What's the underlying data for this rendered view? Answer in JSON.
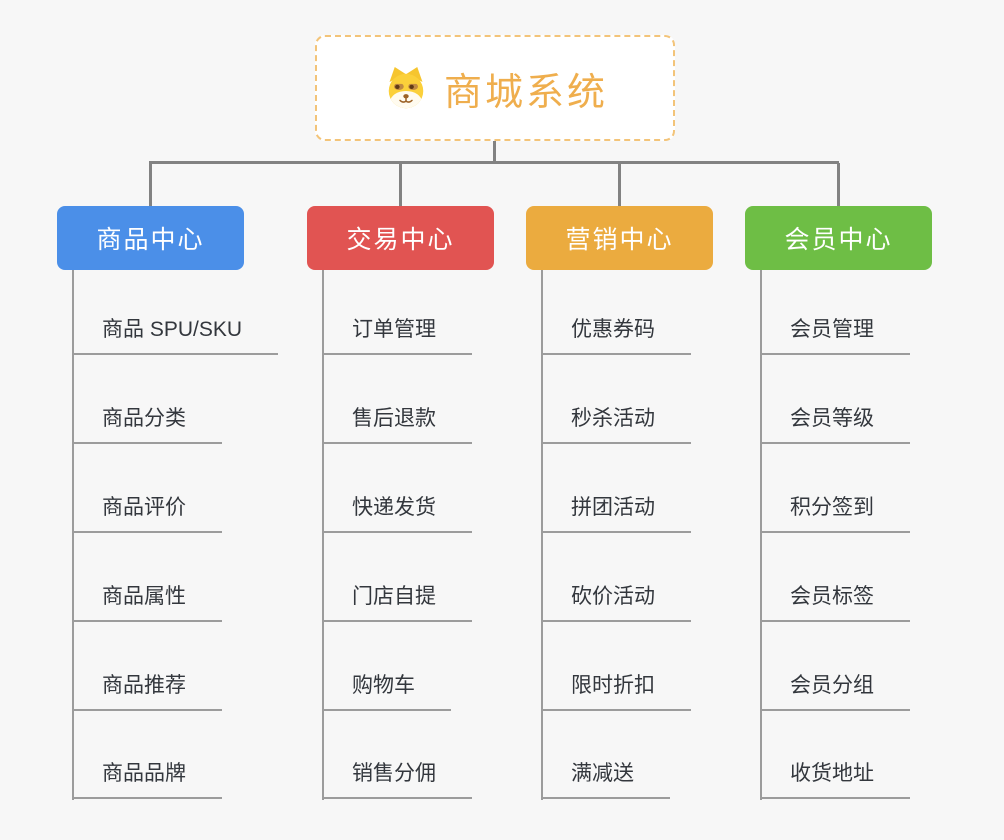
{
  "canvas": {
    "background": "#f7f7f7",
    "connector_color": "#828282",
    "child_line_color": "#9c9c9c"
  },
  "root": {
    "title": "商城系统",
    "icon": "dog-face-icon",
    "text_color": "#efae4d",
    "border_color": "#f3c479",
    "background": "#ffffff"
  },
  "branches": [
    {
      "label": "商品中心",
      "color": "#4b8fe8",
      "children": [
        "商品 SPU/SKU",
        "商品分类",
        "商品评价",
        "商品属性",
        "商品推荐",
        "商品品牌"
      ]
    },
    {
      "label": "交易中心",
      "color": "#e15452",
      "children": [
        "订单管理",
        "售后退款",
        "快递发货",
        "门店自提",
        "购物车",
        "销售分佣"
      ]
    },
    {
      "label": "营销中心",
      "color": "#ebab3f",
      "children": [
        "优惠券码",
        "秒杀活动",
        "拼团活动",
        "砍价活动",
        "限时折扣",
        "满减送"
      ]
    },
    {
      "label": "会员中心",
      "color": "#6ebe45",
      "children": [
        "会员管理",
        "会员等级",
        "积分签到",
        "会员标签",
        "会员分组",
        "收货地址"
      ]
    }
  ]
}
